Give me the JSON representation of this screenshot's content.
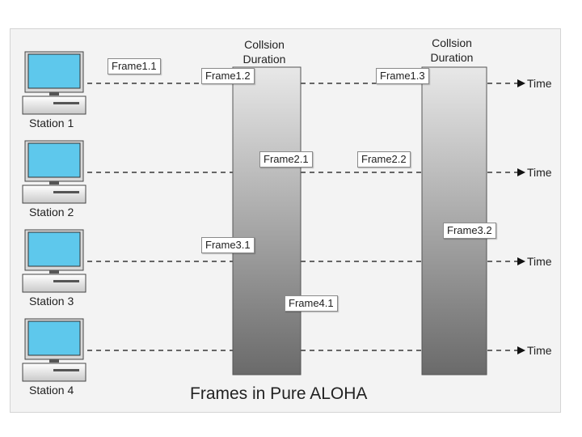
{
  "diagram_title": "Frames in Pure ALOHA",
  "stations": [
    {
      "label": "Station 1"
    },
    {
      "label": "Station 2"
    },
    {
      "label": "Station 3"
    },
    {
      "label": "Station 4"
    }
  ],
  "time_label": "Time",
  "collision_label_line1": "Collsion",
  "collision_label_line2": "Duration",
  "frames": [
    {
      "label": "Frame1.1"
    },
    {
      "label": "Frame1.2"
    },
    {
      "label": "Frame1.3"
    },
    {
      "label": "Frame2.1"
    },
    {
      "label": "Frame2.2"
    },
    {
      "label": "Frame3.1"
    },
    {
      "label": "Frame3.2"
    },
    {
      "label": "Frame4.1"
    }
  ],
  "colors": {
    "monitor_screen": "#5ec8ec",
    "collision_top": "#e8e8e8",
    "collision_bottom": "#6a6a6a"
  }
}
